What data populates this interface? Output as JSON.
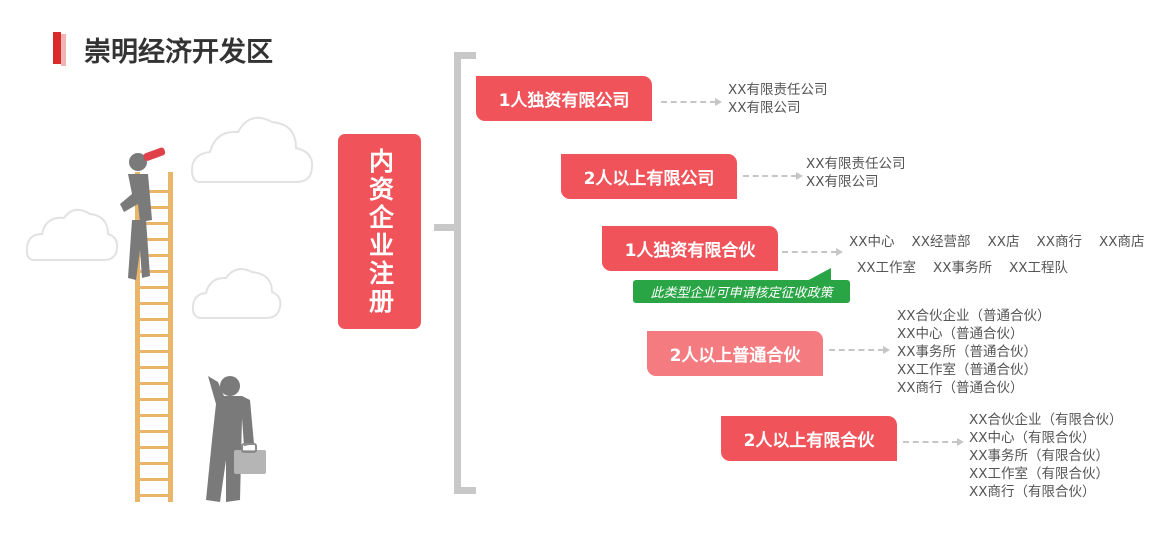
{
  "title": "崇明经济开发区",
  "root": "内资企业注册",
  "nodes": [
    {
      "label": "1人独资有限公司",
      "leaves": [
        "XX有限责任公司",
        "XX有限公司"
      ]
    },
    {
      "label": "2人以上有限公司",
      "leaves": [
        "XX有限责任公司",
        "XX有限公司"
      ]
    },
    {
      "label": "1人独资有限合伙",
      "leaves_row1": [
        "XX中心",
        "XX经营部",
        "XX店",
        "XX商行",
        "XX商店"
      ],
      "leaves_row2": [
        "XX工作室",
        "XX事务所",
        "XX工程队"
      ],
      "note": "此类型企业可申请核定征收政策"
    },
    {
      "label": "2人以上普通合伙",
      "leaves": [
        "XX合伙企业（普通合伙）",
        "XX中心（普通合伙）",
        "XX事务所（普通合伙）",
        "XX工作室（普通合伙）",
        "XX商行（普通合伙）"
      ]
    },
    {
      "label": "2人以上有限合伙",
      "leaves": [
        "XX合伙企业（有限合伙）",
        "XX中心（有限合伙）",
        "XX事务所（有限合伙）",
        "XX工作室（有限合伙）",
        "XX商行（有限合伙）"
      ]
    }
  ],
  "colors": {
    "accent": "#f0545a",
    "accent_light": "#f47c80",
    "note_green": "#2aa546",
    "title_red": "#d92b2b"
  },
  "icons": [
    "cloud-icon",
    "ladder-icon",
    "person-with-telescope-icon",
    "person-with-briefcase-icon"
  ]
}
